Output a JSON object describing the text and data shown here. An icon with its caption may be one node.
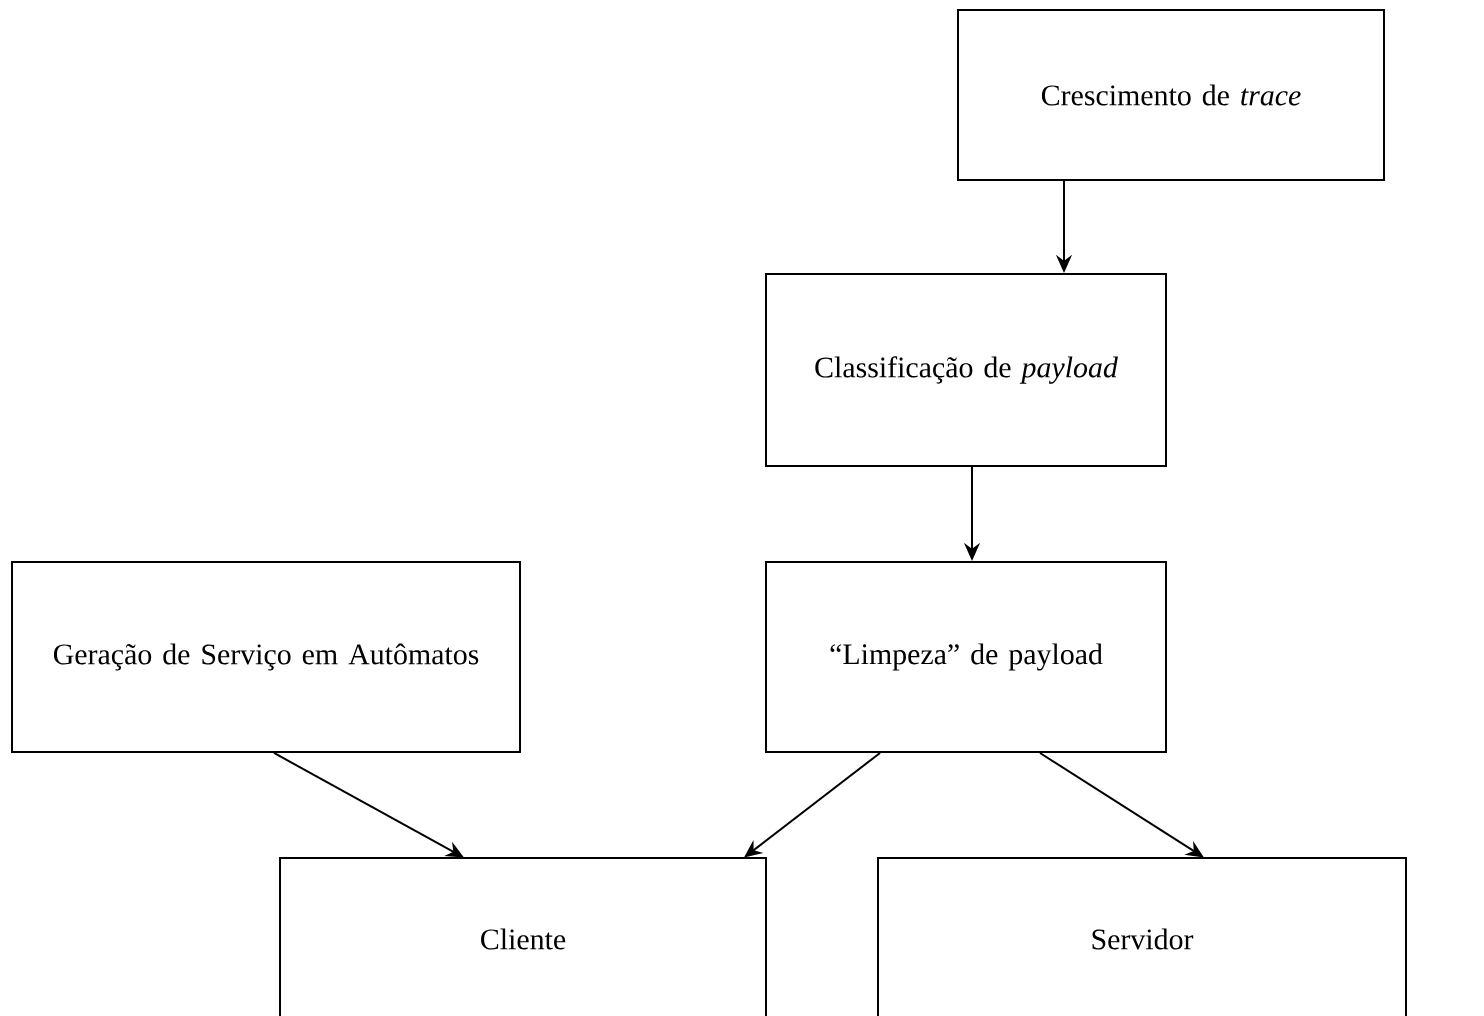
{
  "diagram": {
    "nodes": [
      {
        "text": [
          "Crescimento de *trace*"
        ]
      },
      {
        "text": [
          "Classificação de *payload*"
        ]
      },
      {
        "text": [
          "Geração de Serviço em Autômatos"
        ]
      },
      {
        "text": [
          "“Limpeza” de payload"
        ]
      },
      {
        "text": [
          "Cliente"
        ]
      },
      {
        "text": [
          "Servidor"
        ]
      }
    ],
    "edges": [
      {
        "from": 0,
        "to": 1,
        "arrow": "to"
      },
      {
        "from": 1,
        "to": 3,
        "arrow": "to"
      },
      {
        "from": 2,
        "to": 4,
        "arrow": "to"
      },
      {
        "from": 3,
        "to": 4,
        "arrow": "to"
      },
      {
        "from": 3,
        "to": 5,
        "arrow": "to"
      }
    ]
  }
}
